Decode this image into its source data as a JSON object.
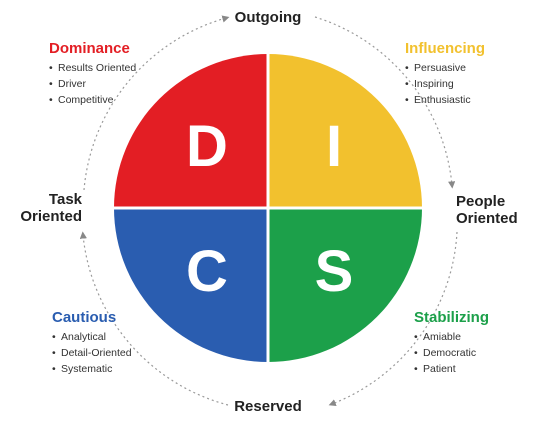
{
  "axes": {
    "top": "Outgoing",
    "bottom": "Reserved",
    "left": [
      "Task",
      "Oriented"
    ],
    "right": [
      "People",
      "Oriented"
    ]
  },
  "quadrants": [
    {
      "letter": "D",
      "name": "Dominance",
      "color": "#e31e24",
      "traits": [
        "Results Oriented",
        "Driver",
        "Competitive"
      ]
    },
    {
      "letter": "I",
      "name": "Influencing",
      "color": "#f2c12e",
      "traits": [
        "Persuasive",
        "Inspiring",
        "Enthusiastic"
      ]
    },
    {
      "letter": "C",
      "name": "Cautious",
      "color": "#2a5db0",
      "traits": [
        "Analytical",
        "Detail-Oriented",
        "Systematic"
      ]
    },
    {
      "letter": "S",
      "name": "Stabilizing",
      "color": "#1ca04a",
      "traits": [
        "Amiable",
        "Democratic",
        "Patient"
      ]
    }
  ]
}
